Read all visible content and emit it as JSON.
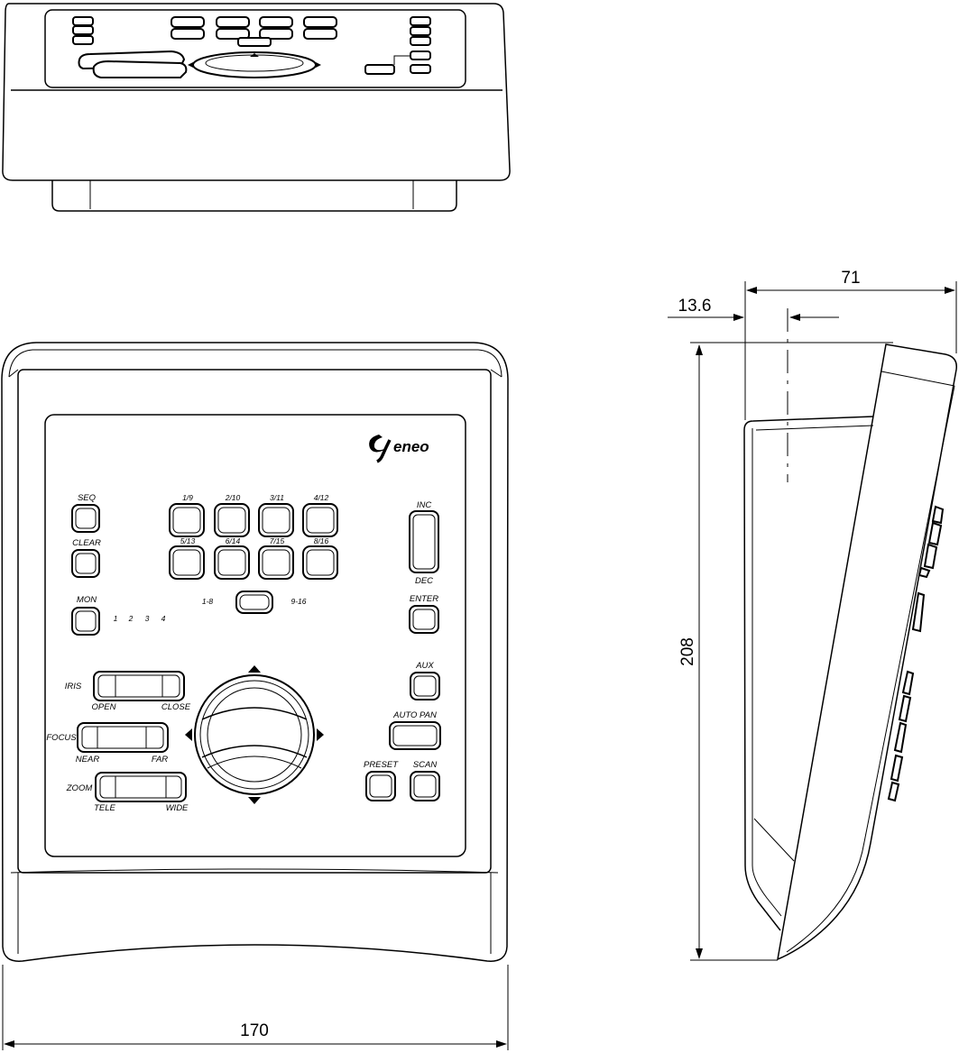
{
  "dimensions": {
    "width": "170",
    "height": "208",
    "depth": "71",
    "offset": "13.6"
  },
  "brand": {
    "logo": "eneo"
  },
  "keys": {
    "seq": "SEQ",
    "clear": "CLEAR",
    "mon": "MON",
    "mon_numbers": [
      "1",
      "2",
      "3",
      "4"
    ],
    "camera": [
      "1/9",
      "2/10",
      "3/11",
      "4/12",
      "5/13",
      "6/14",
      "7/15",
      "8/16"
    ],
    "bank_low": "1-8",
    "bank_high": "9-16",
    "inc": "INC",
    "dec": "DEC",
    "enter": "ENTER",
    "aux": "AUX",
    "auto_pan": "AUTO PAN",
    "preset": "PRESET",
    "scan": "SCAN",
    "iris": "IRIS",
    "open": "OPEN",
    "close": "CLOSE",
    "focus": "FOCUS",
    "near": "NEAR",
    "far": "FAR",
    "zoom": "ZOOM",
    "tele": "TELE",
    "wide": "WIDE"
  }
}
